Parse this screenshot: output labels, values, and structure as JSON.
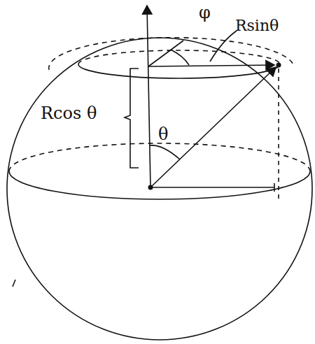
{
  "diagram": {
    "labels": [
      "φ",
      "Rsinθ",
      "Rcos θ",
      "θ"
    ]
  }
}
